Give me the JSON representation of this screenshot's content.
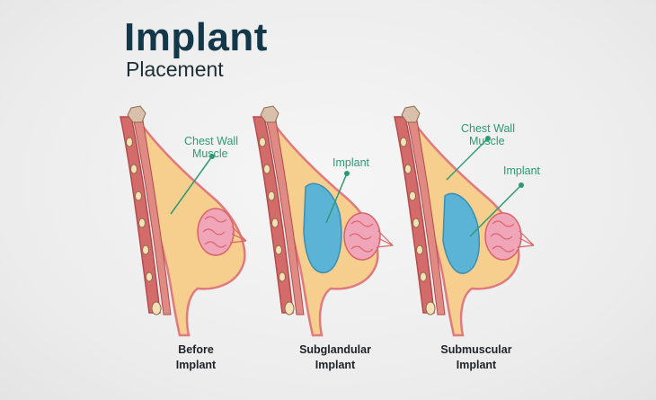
{
  "title": "Implant",
  "subtitle": "Placement",
  "colors": {
    "title": "#13384a",
    "breast_fill": "#f6cf8e",
    "outline": "#d9636b",
    "muscle": "#c9524e",
    "implant": "#5bb3d6",
    "label": "#2e9a72",
    "gland": "#f0a6b8"
  },
  "panels": [
    {
      "caption_line1": "Before",
      "caption_line2": "Implant",
      "labels": {
        "muscle_line1": "Chest Wall",
        "muscle_line2": "Muscle"
      }
    },
    {
      "caption_line1": "Subglandular",
      "caption_line2": "Implant",
      "labels": {
        "implant": "Implant"
      }
    },
    {
      "caption_line1": "Submuscular",
      "caption_line2": "Implant",
      "labels": {
        "muscle_line1": "Chest Wall",
        "muscle_line2": "Muscle",
        "implant": "Implant"
      }
    }
  ]
}
